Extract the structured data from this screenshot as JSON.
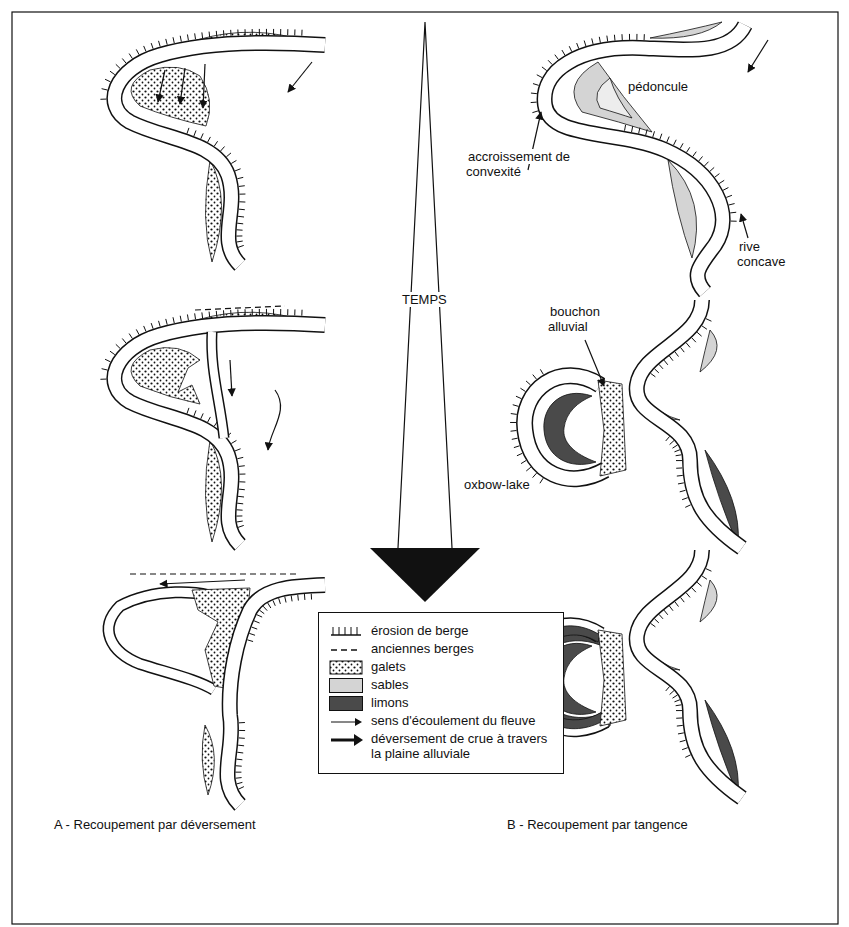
{
  "diagram": {
    "labels": [
      "TEMPS",
      "pédoncule",
      "accroissement de convexité",
      "rive concave",
      "bouchon alluvial",
      "oxbow-lake",
      "A - Recoupement par déversement",
      "B - Recoupement par tangence"
    ],
    "legend": [
      {
        "text": "érosion de berge"
      },
      {
        "text": "anciennes berges"
      },
      {
        "text": "galets"
      },
      {
        "text": "sables",
        "color": "#d4d4d4"
      },
      {
        "text": "limons",
        "color": "#4a4a4a"
      },
      {
        "text": "sens d'écoulement du fleuve"
      },
      {
        "text": "déversement de crue à travers la plaine alluviale"
      }
    ]
  }
}
